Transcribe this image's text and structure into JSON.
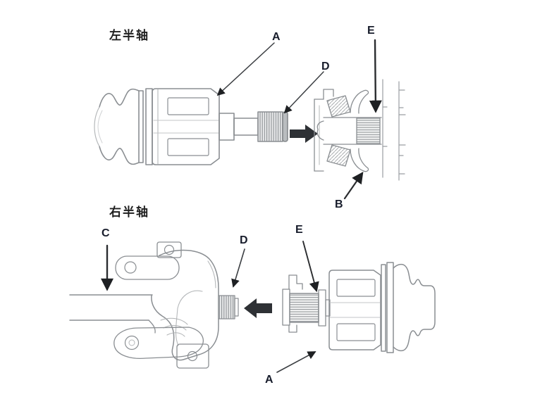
{
  "diagram": {
    "colors": {
      "background": "#ffffff",
      "line": "#8a8e92",
      "line_light": "#b5b8ba",
      "leader": "#3c3f43",
      "label": "#171c2b",
      "title": "#1f1f1f",
      "insert_arrow": "#2e3135"
    },
    "sections": [
      {
        "title": "左半轴",
        "insert_arrow_direction": "right",
        "callouts": [
          {
            "label": "A"
          },
          {
            "label": "D"
          },
          {
            "label": "E"
          },
          {
            "label": "B"
          }
        ]
      },
      {
        "title": "右半轴",
        "insert_arrow_direction": "left",
        "callouts": [
          {
            "label": "C"
          },
          {
            "label": "D"
          },
          {
            "label": "E"
          },
          {
            "label": "A"
          }
        ]
      }
    ]
  }
}
